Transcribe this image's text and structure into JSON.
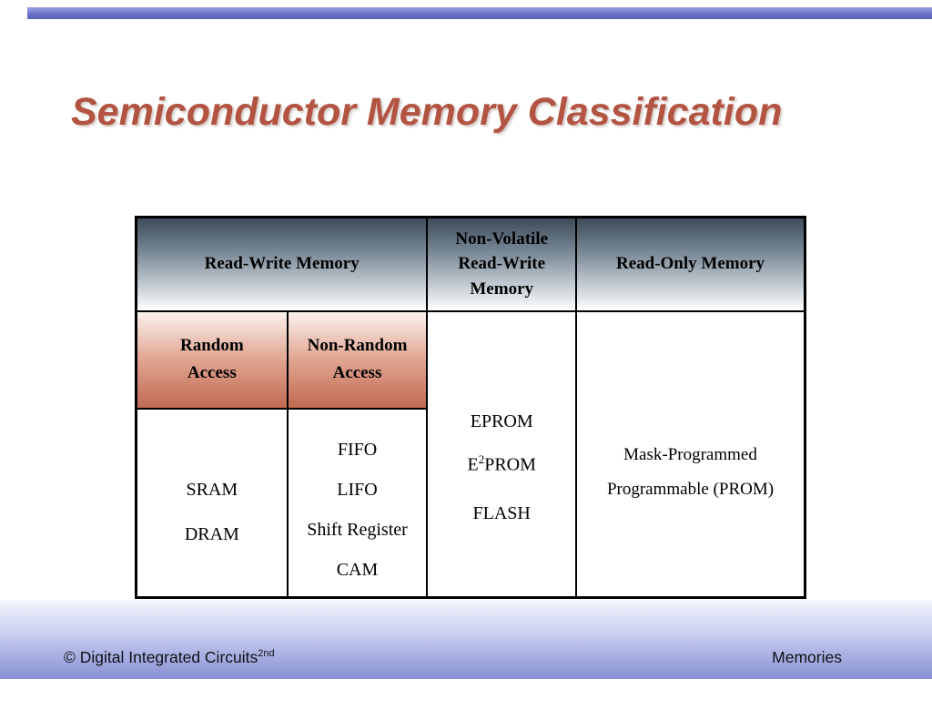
{
  "slide": {
    "title": "Semiconductor Memory Classification"
  },
  "table": {
    "headers": {
      "read_write": "Read-Write Memory",
      "non_volatile": "Non-Volatile Read-Write Memory",
      "read_only": "Read-Only Memory"
    },
    "subheaders": {
      "random_access": "Random Access",
      "non_random_access": "Non-Random Access"
    },
    "random_access_items": [
      "SRAM",
      "DRAM"
    ],
    "non_random_access_items": [
      "FIFO",
      "LIFO",
      "Shift Register",
      "CAM"
    ],
    "non_volatile_items": {
      "first": "EPROM",
      "second_base": "E",
      "second_sup": "2",
      "second_rest": "PROM",
      "third": "FLASH"
    },
    "read_only_items": [
      "Mask-Programmed",
      "Programmable (PROM)"
    ]
  },
  "footer": {
    "credit": "© Digital Integrated Circuits",
    "credit_superscript": "2nd",
    "section": "Memories"
  },
  "colors": {
    "title_text": "#b25441",
    "header_gradient_top": "#3e4c59",
    "subheader_gradient_bottom": "#c16a52",
    "top_bar_accent": "#6870c6",
    "footer_gradient_bottom": "#8690d2"
  }
}
